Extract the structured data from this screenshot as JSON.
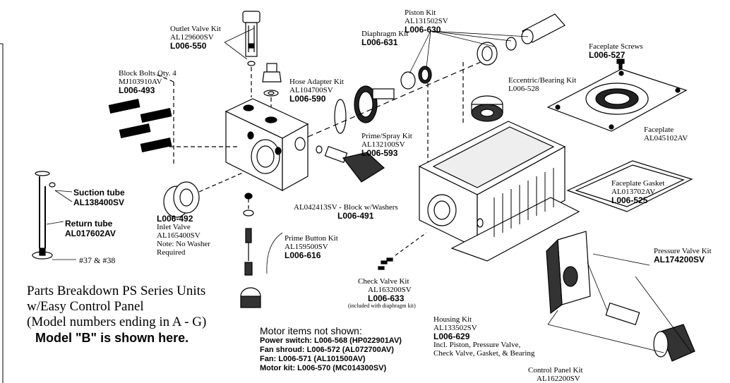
{
  "title": {
    "line1": "Parts Breakdown PS Series Units",
    "line2": "w/Easy Control Panel",
    "line3": "(Model numbers ending in A - G)",
    "line4": "Model \"B\" is shown here."
  },
  "motor": {
    "heading": "Motor items not shown:",
    "items": [
      "Power switch: L006-568 (HP022901AV)",
      "Fan shroud: L006-572 (AL072700AV)",
      "Fan: L006-571 (AL101500AV)",
      "Motor kit: L006-570 (MC014300SV)"
    ]
  },
  "labels": {
    "outlet_valve": {
      "name": "Outlet Valve Kit",
      "code": "AL129600SV",
      "part": "L006-550"
    },
    "block_bolts": {
      "name": "Block Bolts  Qty. 4",
      "code": "MJ103910AV",
      "part": "L006-493"
    },
    "hose_adapter": {
      "name": "Hose Adapter Kit",
      "code": "AL104700SV",
      "part": "L006-590"
    },
    "diaphragm": {
      "name": "Diaphragm Kit",
      "part": "L006-631"
    },
    "piston": {
      "name": "Piston Kit",
      "code": "AL131502SV",
      "part": "L006-630"
    },
    "eccentric": {
      "name": "Eccentric/Bearing Kit",
      "part": "L006-528"
    },
    "faceplate_screws": {
      "name": "Faceplate Screws",
      "part": "L006-527"
    },
    "faceplate": {
      "name": "Faceplate",
      "code": "AL045102AV"
    },
    "faceplate_gasket": {
      "name": "Faceplate Gasket",
      "code": "AL013702AV",
      "part": "L006-525"
    },
    "prime_spray": {
      "name": "Prime/Spray Kit",
      "code": "AL132100SV",
      "part": "L006-593"
    },
    "block": {
      "name": "AL042413SV - Block w/Washers",
      "part": "L006-491"
    },
    "inlet_valve": {
      "part": "L006-492",
      "name": "Inlet Valve",
      "code": "AL165400SV",
      "note1": "Note:  No Washer",
      "note2": "Required"
    },
    "prime_button": {
      "name": "Prime Button Kit",
      "code": "AL159500SV",
      "part": "L006-616"
    },
    "check_valve": {
      "name": "Check Valve Kit",
      "code": "AL163200SV",
      "part": "L006-633",
      "note": "(included with diaphragm kit)"
    },
    "housing": {
      "name": "Housing Kit",
      "code": "AL133502SV",
      "part": "L006-629",
      "inc1": "Incl.  Piston, Pressure Valve,",
      "inc2": "Check Valve, Gasket, & Bearing"
    },
    "pressure_valve": {
      "name": "Pressure Valve Kit",
      "code": "AL174200SV"
    },
    "control_panel": {
      "name": "Control Panel Kit",
      "code": "AL162200SV"
    },
    "suction": {
      "name": "Suction tube",
      "code": "AL138400SV"
    },
    "return": {
      "name": "Return tube",
      "code": "AL017602AV"
    },
    "fittings": {
      "name": "#37 & #38"
    }
  }
}
